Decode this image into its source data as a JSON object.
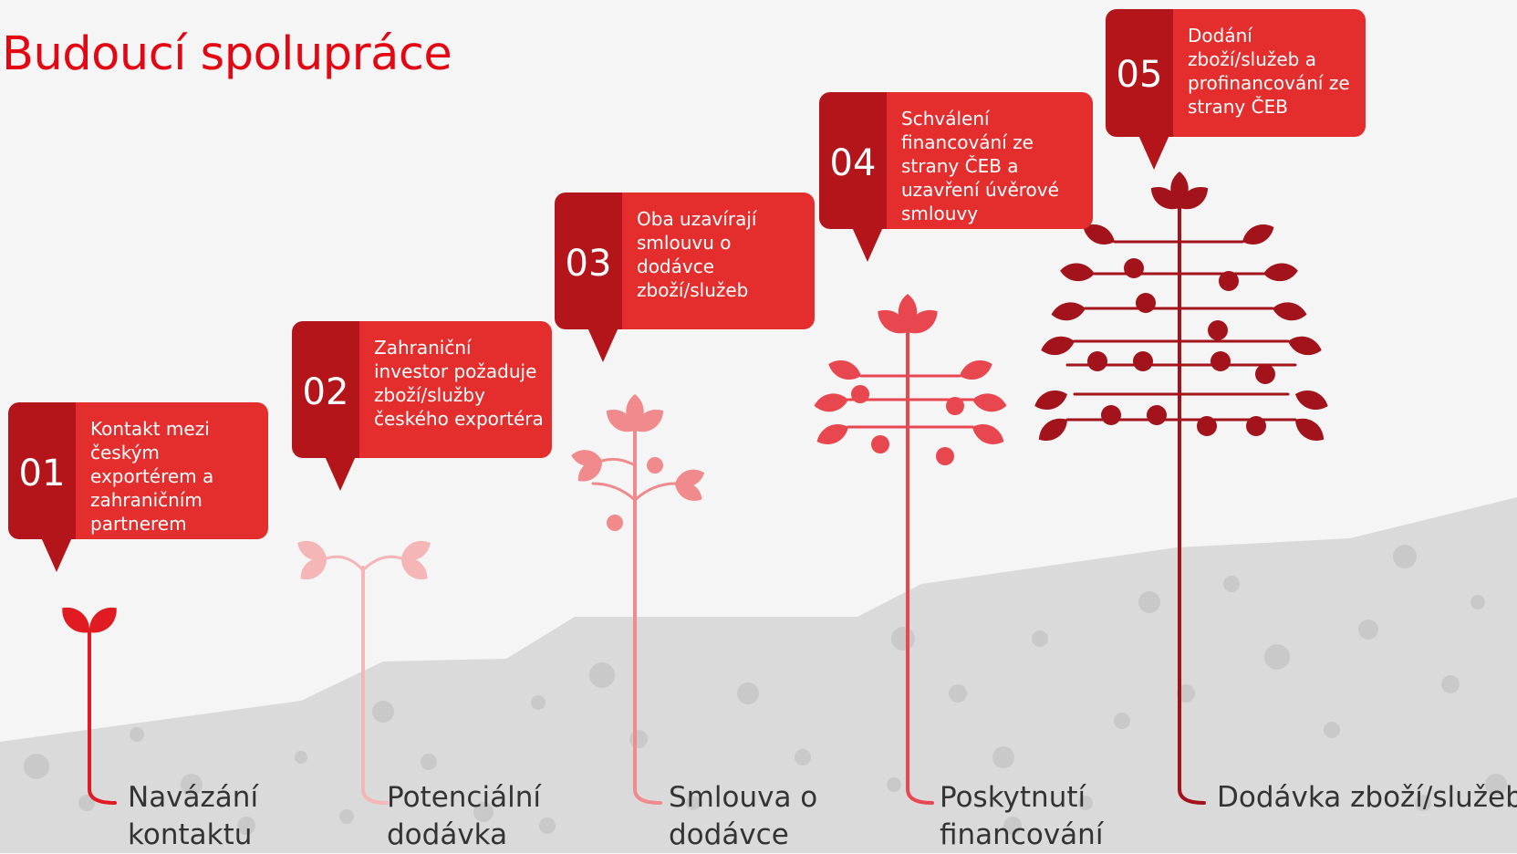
{
  "title": "Budoucí spolupráce",
  "colors": {
    "accent_red": "#e30613",
    "callout_dark": "#b3151b",
    "callout_light": "#e42e2e",
    "stage_colors": [
      "#e11b22",
      "#f4b6b6",
      "#f08a8d",
      "#e8474f",
      "#a3131b"
    ],
    "ground": "#dadada"
  },
  "steps": [
    {
      "number": "01",
      "text": "Kontakt mezi českým exportérem a zahraničním partnerem",
      "label": [
        "Navázání",
        "kontaktu"
      ],
      "plant_icon": "seedling-icon"
    },
    {
      "number": "02",
      "text": "Zahraniční investor požaduje zboží/služby českého exportéra",
      "label": [
        "Potenciální",
        "dodávka"
      ],
      "plant_icon": "sprout-icon"
    },
    {
      "number": "03",
      "text": "Oba uzavírají smlouvu o dodávce zboží/služeb",
      "label": [
        "Smlouva o",
        "dodávce"
      ],
      "plant_icon": "small-plant-icon"
    },
    {
      "number": "04",
      "text": "Schválení financování ze strany ČEB a uzavření úvěrové smlouvy",
      "label": [
        "Poskytnutí",
        "financování"
      ],
      "plant_icon": "young-tree-icon"
    },
    {
      "number": "05",
      "text": "Dodání zboží/služeb a profinancování ze strany ČEB",
      "label": [
        "Dodávka zboží/služeb"
      ],
      "plant_icon": "tree-icon"
    }
  ]
}
